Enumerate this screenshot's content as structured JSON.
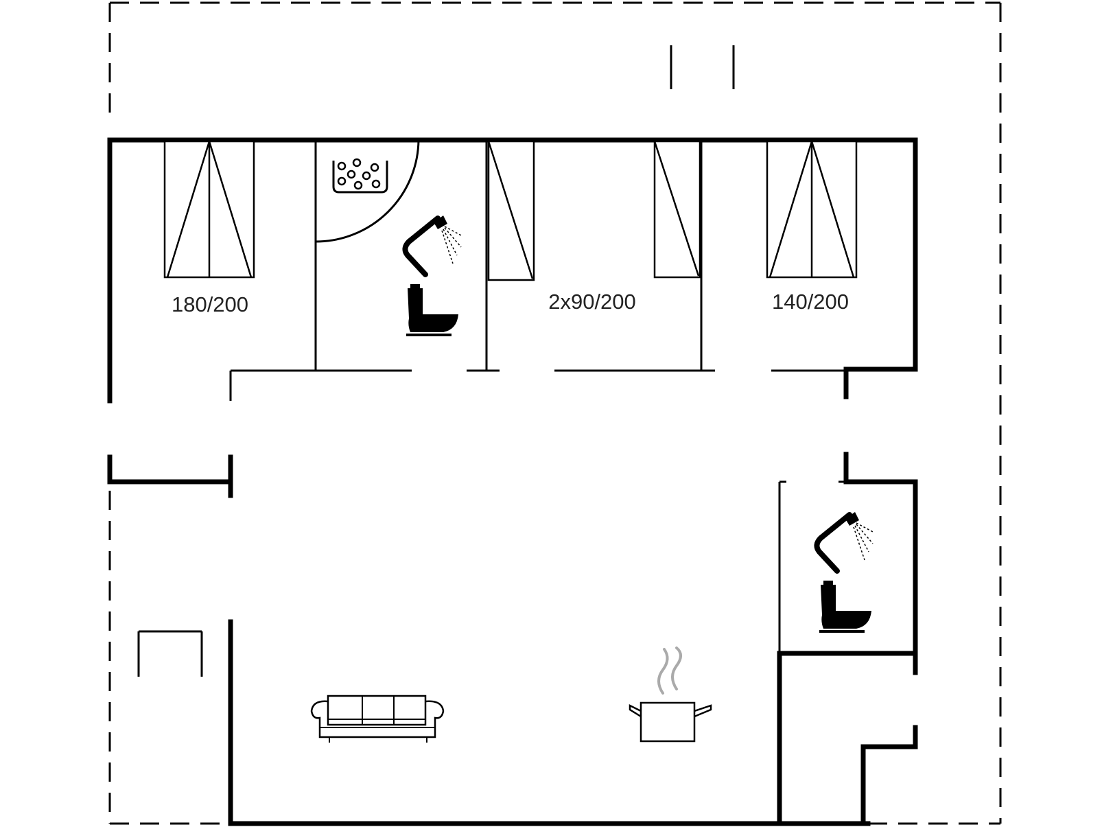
{
  "rooms": {
    "bedroom_left": {
      "bed_label": "180/200"
    },
    "bedroom_middle": {
      "bed_label": "2x90/200"
    },
    "bedroom_right": {
      "bed_label": "140/200"
    }
  },
  "icons": [
    "whirlpool-icon",
    "shower-icon",
    "toilet-icon",
    "sofa-icon",
    "cooking-pot-icon"
  ],
  "colors": {
    "line": "#000000",
    "background": "#ffffff",
    "steam": "#aaaaaa"
  }
}
